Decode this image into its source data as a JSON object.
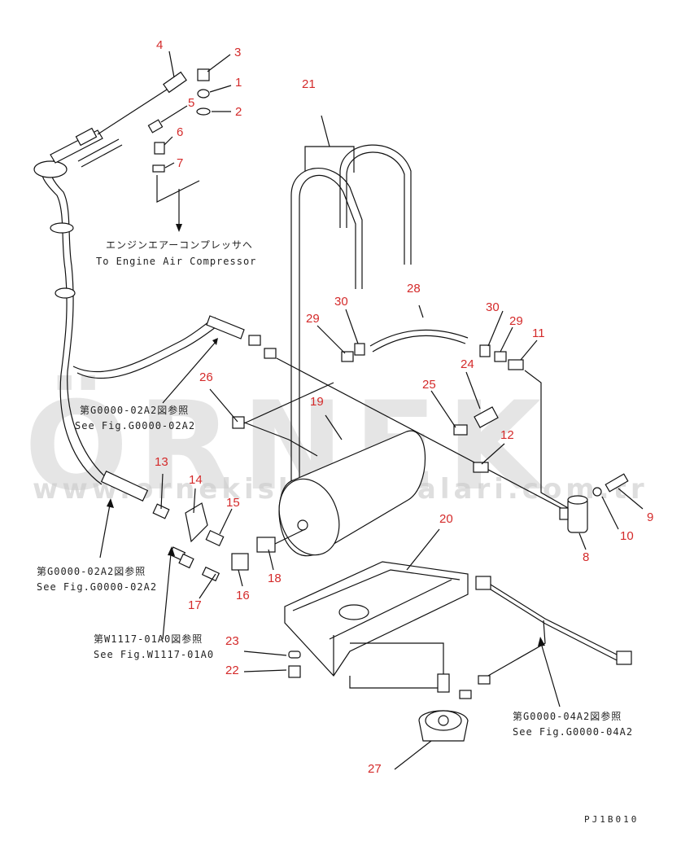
{
  "watermark": {
    "brand": "ÖRNEK",
    "url": "www.ornekishmakinalari.com.tr"
  },
  "callouts": [
    "1",
    "2",
    "3",
    "4",
    "5",
    "6",
    "7",
    "8",
    "9",
    "10",
    "11",
    "12",
    "13",
    "14",
    "15",
    "16",
    "17",
    "18",
    "19",
    "20",
    "21",
    "22",
    "23",
    "24",
    "25",
    "26",
    "27",
    "28",
    "29",
    "30",
    "30",
    "29"
  ],
  "notes": {
    "engine_jp": "エンジンエアーコンプレッサヘ",
    "engine_en": "To Engine Air Compressor",
    "ref_26_jp": "第G0000-02A2図参照",
    "ref_26_en": "See Fig.G0000-02A2",
    "ref_13_jp": "第G0000-02A2図参照",
    "ref_13_en": "See Fig.G0000-02A2",
    "ref_w_jp": "第W1117-01A0図参照",
    "ref_w_en": "See Fig.W1117-01A0",
    "ref_harness_jp": "第G0000-04A2図参照",
    "ref_harness_en": "See Fig.G0000-04A2"
  },
  "drawing_code": "PJ1B010",
  "colors": {
    "callout": "#d42a2a",
    "line": "#111111",
    "watermark": "#d0d0d0"
  }
}
